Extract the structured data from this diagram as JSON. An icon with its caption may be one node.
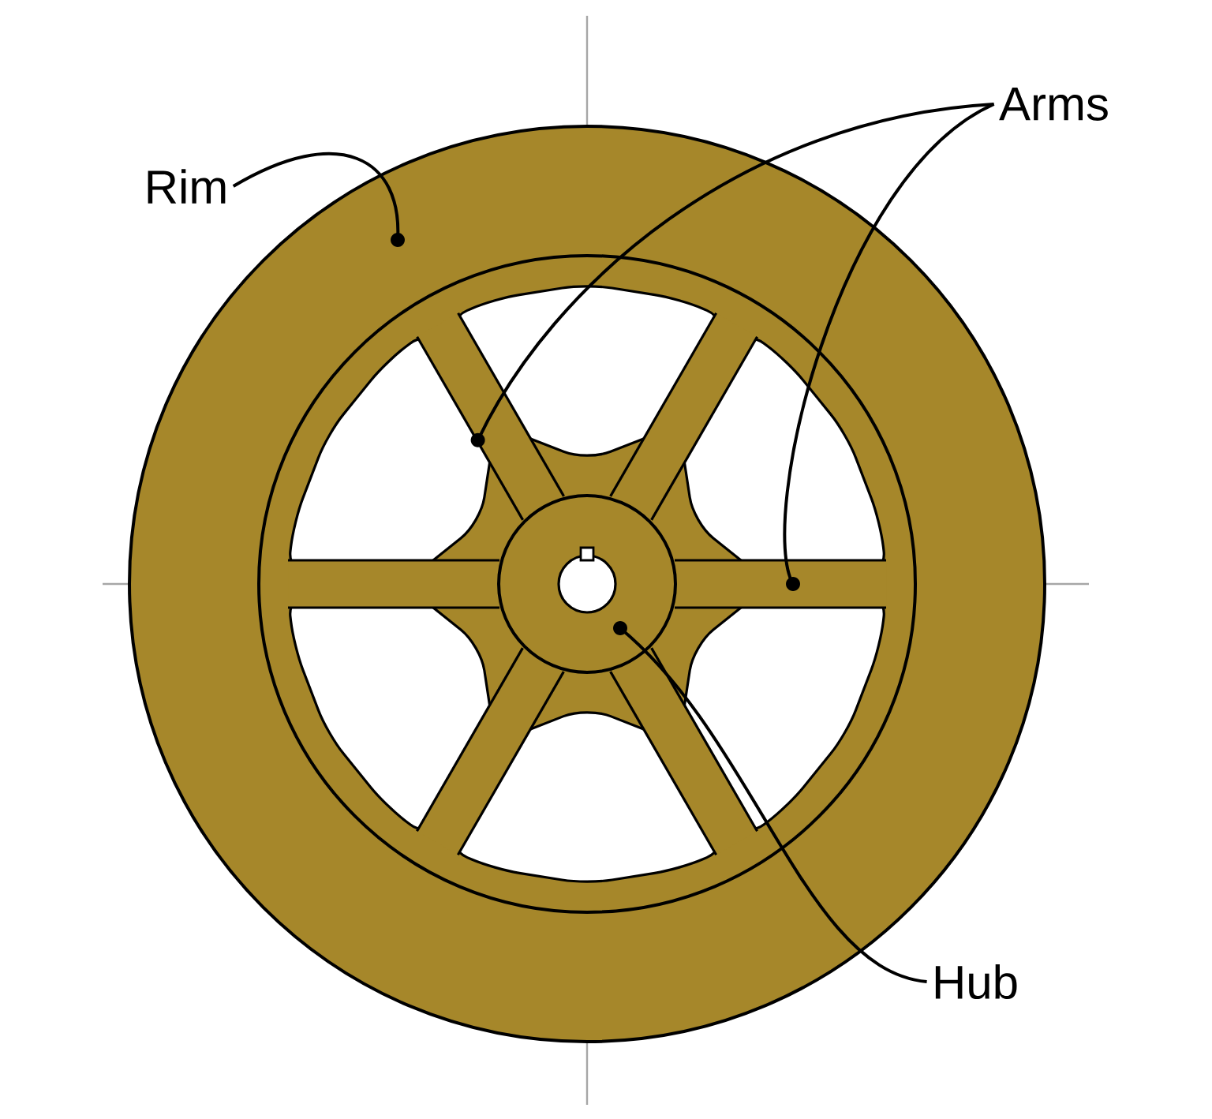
{
  "diagram": {
    "nodes": [
      {
        "text": [
          "Rim"
        ]
      },
      {
        "text": [],
        "shape": "circle"
      },
      {
        "text": [
          "Arms"
        ]
      },
      {
        "text": [],
        "shape": "bar",
        "in": 1
      },
      {
        "text": [],
        "shape": "bar",
        "in": 1
      },
      {
        "text": [],
        "shape": "bar",
        "in": 1
      },
      {
        "text": [],
        "shape": "bar",
        "in": 1
      },
      {
        "text": [],
        "shape": "bar",
        "in": 1
      },
      {
        "text": [],
        "shape": "bar",
        "in": 1
      },
      {
        "text": [
          "Hub"
        ]
      },
      {
        "text": [],
        "shape": "circle",
        "in": 1
      }
    ],
    "edges": [
      {
        "from": 0,
        "to": 1,
        "arrow": "other"
      },
      {
        "from": 2,
        "to": 3,
        "arrow": "other"
      },
      {
        "from": 2,
        "to": 6,
        "arrow": "other"
      },
      {
        "from": 9,
        "to": 10,
        "arrow": "other"
      }
    ]
  }
}
